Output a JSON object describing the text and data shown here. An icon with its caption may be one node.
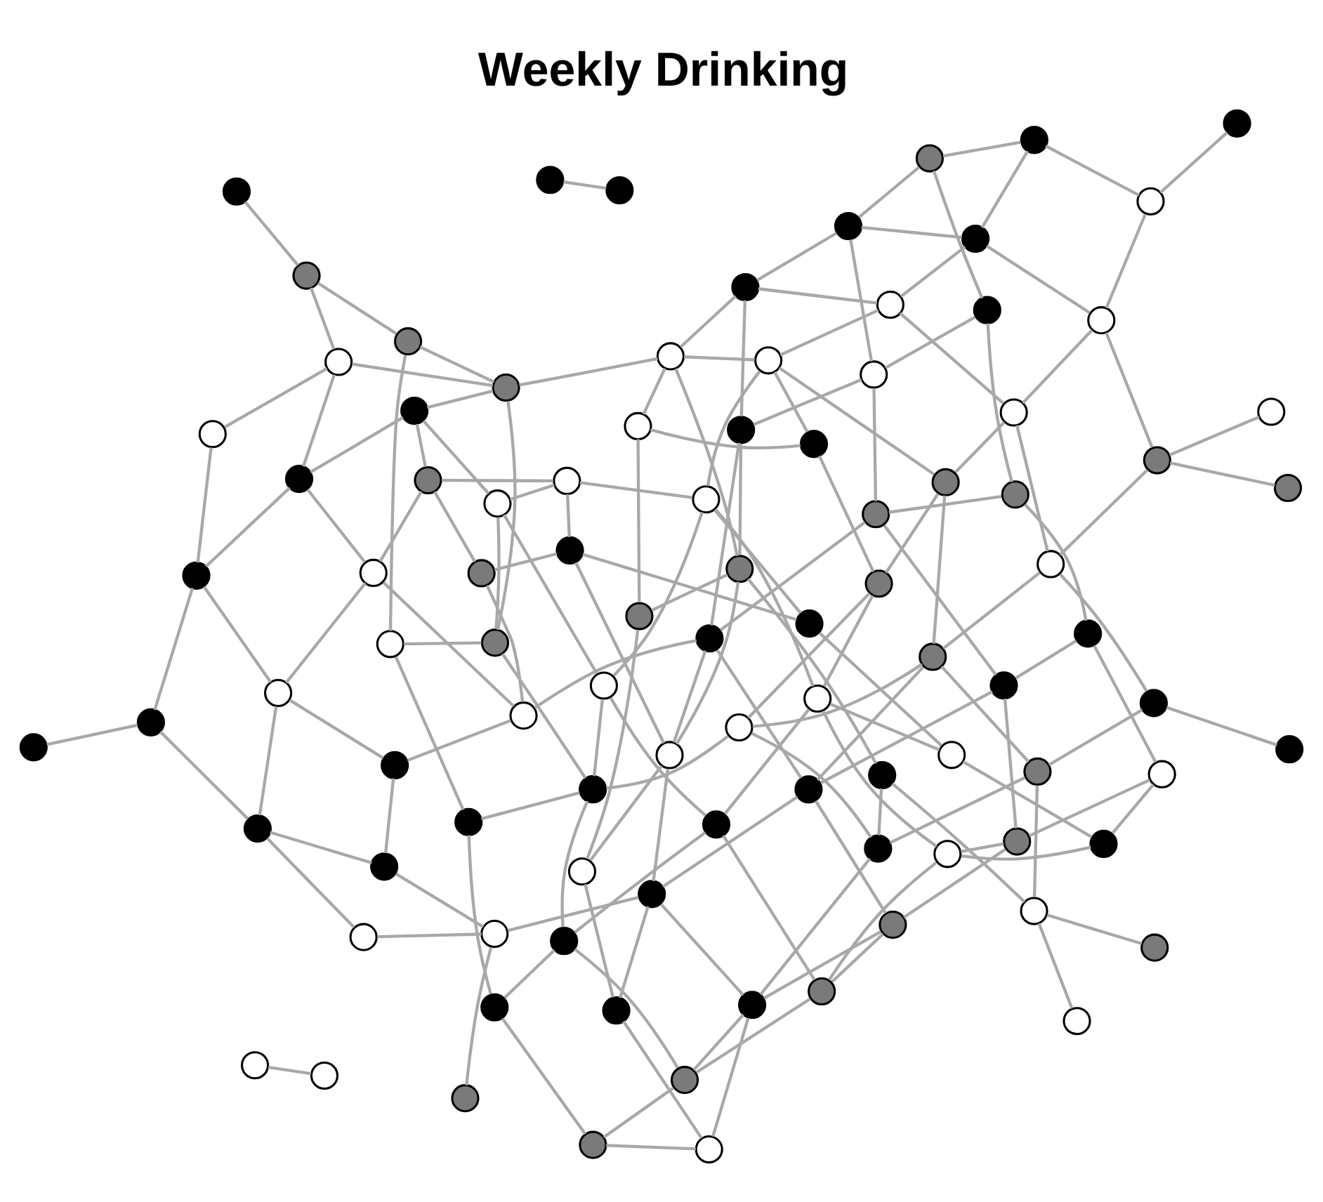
{
  "diagram": {
    "title": "Weekly Drinking",
    "nodes": [
      {
        "text": [],
        "shape": "circle"
      },
      {
        "text": [],
        "shape": "circle"
      },
      {
        "text": [],
        "shape": "circle"
      },
      {
        "text": [],
        "shape": "circle"
      },
      {
        "text": [],
        "shape": "circle"
      },
      {
        "text": [],
        "shape": "circle"
      },
      {
        "text": [],
        "shape": "circle"
      },
      {
        "text": [],
        "shape": "circle"
      },
      {
        "text": [],
        "shape": "circle"
      },
      {
        "text": [],
        "shape": "circle"
      },
      {
        "text": [],
        "shape": "circle"
      },
      {
        "text": [],
        "shape": "circle"
      },
      {
        "text": [],
        "shape": "circle"
      },
      {
        "text": [],
        "shape": "circle"
      },
      {
        "text": [],
        "shape": "circle"
      },
      {
        "text": [],
        "shape": "circle"
      },
      {
        "text": [],
        "shape": "circle"
      },
      {
        "text": [],
        "shape": "circle"
      },
      {
        "text": [],
        "shape": "circle"
      },
      {
        "text": [],
        "shape": "circle"
      },
      {
        "text": [],
        "shape": "circle"
      },
      {
        "text": [],
        "shape": "circle"
      },
      {
        "text": [],
        "shape": "circle"
      },
      {
        "text": [],
        "shape": "circle"
      },
      {
        "text": [],
        "shape": "circle"
      },
      {
        "text": [],
        "shape": "circle"
      },
      {
        "text": [],
        "shape": "circle"
      },
      {
        "text": [],
        "shape": "circle"
      },
      {
        "text": [],
        "shape": "circle"
      },
      {
        "text": [],
        "shape": "circle"
      },
      {
        "text": [],
        "shape": "circle"
      },
      {
        "text": [],
        "shape": "circle"
      },
      {
        "text": [],
        "shape": "circle"
      },
      {
        "text": [],
        "shape": "circle"
      },
      {
        "text": [],
        "shape": "circle"
      },
      {
        "text": [],
        "shape": "circle"
      },
      {
        "text": [],
        "shape": "circle"
      },
      {
        "text": [],
        "shape": "circle"
      },
      {
        "text": [],
        "shape": "circle"
      },
      {
        "text": [],
        "shape": "circle"
      },
      {
        "text": [],
        "shape": "circle"
      },
      {
        "text": [],
        "shape": "circle"
      },
      {
        "text": [],
        "shape": "circle"
      },
      {
        "text": [],
        "shape": "circle"
      },
      {
        "text": [],
        "shape": "circle"
      },
      {
        "text": [],
        "shape": "circle"
      },
      {
        "text": [],
        "shape": "circle"
      },
      {
        "text": [],
        "shape": "circle"
      },
      {
        "text": [],
        "shape": "circle"
      },
      {
        "text": [],
        "shape": "circle"
      },
      {
        "text": [],
        "shape": "circle"
      },
      {
        "text": [],
        "shape": "circle"
      },
      {
        "text": [],
        "shape": "circle"
      },
      {
        "text": [],
        "shape": "circle"
      },
      {
        "text": [],
        "shape": "circle"
      },
      {
        "text": [],
        "shape": "circle"
      },
      {
        "text": [],
        "shape": "circle"
      },
      {
        "text": [],
        "shape": "circle"
      },
      {
        "text": [],
        "shape": "circle"
      },
      {
        "text": [],
        "shape": "circle"
      },
      {
        "text": [],
        "shape": "circle"
      },
      {
        "text": [],
        "shape": "circle"
      },
      {
        "text": [],
        "shape": "circle"
      },
      {
        "text": [],
        "shape": "circle"
      },
      {
        "text": [],
        "shape": "circle"
      },
      {
        "text": [],
        "shape": "circle"
      },
      {
        "text": [],
        "shape": "circle"
      },
      {
        "text": [],
        "shape": "circle"
      },
      {
        "text": [],
        "shape": "circle"
      },
      {
        "text": [],
        "shape": "circle"
      },
      {
        "text": [],
        "shape": "circle"
      },
      {
        "text": [],
        "shape": "circle"
      },
      {
        "text": [],
        "shape": "circle"
      },
      {
        "text": [],
        "shape": "circle"
      },
      {
        "text": [],
        "shape": "circle"
      },
      {
        "text": [],
        "shape": "circle"
      },
      {
        "text": [],
        "shape": "circle"
      },
      {
        "text": [],
        "shape": "circle"
      },
      {
        "text": [],
        "shape": "circle"
      },
      {
        "text": [],
        "shape": "circle"
      },
      {
        "text": [],
        "shape": "circle"
      },
      {
        "text": [],
        "shape": "circle"
      },
      {
        "text": [],
        "shape": "circle"
      },
      {
        "text": [],
        "shape": "circle"
      },
      {
        "text": [],
        "shape": "circle"
      },
      {
        "text": [],
        "shape": "circle"
      },
      {
        "text": [],
        "shape": "circle"
      },
      {
        "text": [],
        "shape": "circle"
      },
      {
        "text": [],
        "shape": "circle"
      },
      {
        "text": [],
        "shape": "circle"
      },
      {
        "text": [],
        "shape": "circle"
      },
      {
        "text": [],
        "shape": "circle"
      },
      {
        "text": [],
        "shape": "circle"
      },
      {
        "text": [],
        "shape": "circle"
      },
      {
        "text": [],
        "shape": "circle"
      },
      {
        "text": [],
        "shape": "circle"
      }
    ],
    "edges": [
      {
        "from": 0,
        "to": 1,
        "arrow": "none"
      },
      {
        "from": 2,
        "to": 3,
        "arrow": "none"
      },
      {
        "from": 4,
        "to": 10,
        "arrow": "none"
      },
      {
        "from": 5,
        "to": 10,
        "arrow": "none"
      },
      {
        "from": 6,
        "to": 11,
        "arrow": "none"
      },
      {
        "from": 7,
        "to": 12,
        "arrow": "none"
      },
      {
        "from": 8,
        "to": 12,
        "arrow": "none"
      },
      {
        "from": 9,
        "to": 13,
        "arrow": "none"
      },
      {
        "from": 10,
        "to": 14,
        "arrow": "none"
      },
      {
        "from": 10,
        "to": 15,
        "arrow": "none"
      },
      {
        "from": 11,
        "to": 15,
        "arrow": "none"
      },
      {
        "from": 11,
        "to": 16,
        "arrow": "none"
      },
      {
        "from": 12,
        "to": 16,
        "arrow": "none"
      },
      {
        "from": 12,
        "to": 17,
        "arrow": "none"
      },
      {
        "from": 13,
        "to": 17,
        "arrow": "none"
      },
      {
        "from": 13,
        "to": 18,
        "arrow": "none"
      },
      {
        "from": 14,
        "to": 19,
        "arrow": "none"
      },
      {
        "from": 15,
        "to": 19,
        "arrow": "none"
      },
      {
        "from": 15,
        "to": 20,
        "arrow": "none"
      },
      {
        "from": 16,
        "to": 20,
        "arrow": "none"
      },
      {
        "from": 16,
        "to": 21,
        "arrow": "none"
      },
      {
        "from": 17,
        "to": 21,
        "arrow": "none"
      },
      {
        "from": 17,
        "to": 22,
        "arrow": "none"
      },
      {
        "from": 18,
        "to": 22,
        "arrow": "none"
      },
      {
        "from": 18,
        "to": 23,
        "arrow": "none"
      },
      {
        "from": 19,
        "to": 24,
        "arrow": "none"
      },
      {
        "from": 20,
        "to": 24,
        "arrow": "none"
      },
      {
        "from": 20,
        "to": 25,
        "arrow": "none"
      },
      {
        "from": 21,
        "to": 25,
        "arrow": "none"
      },
      {
        "from": 21,
        "to": 26,
        "arrow": "none"
      },
      {
        "from": 22,
        "to": 26,
        "arrow": "none"
      },
      {
        "from": 22,
        "to": 27,
        "arrow": "none"
      },
      {
        "from": 23,
        "to": 27,
        "arrow": "none"
      },
      {
        "from": 23,
        "to": 28,
        "arrow": "none"
      },
      {
        "from": 24,
        "to": 29,
        "arrow": "none"
      },
      {
        "from": 25,
        "to": 29,
        "arrow": "none"
      },
      {
        "from": 25,
        "to": 30,
        "arrow": "none"
      },
      {
        "from": 26,
        "to": 30,
        "arrow": "none"
      },
      {
        "from": 26,
        "to": 31,
        "arrow": "none"
      },
      {
        "from": 27,
        "to": 31,
        "arrow": "none"
      },
      {
        "from": 27,
        "to": 32,
        "arrow": "none"
      },
      {
        "from": 28,
        "to": 32,
        "arrow": "none"
      },
      {
        "from": 28,
        "to": 33,
        "arrow": "none"
      },
      {
        "from": 29,
        "to": 34,
        "arrow": "none"
      },
      {
        "from": 30,
        "to": 34,
        "arrow": "none"
      },
      {
        "from": 30,
        "to": 35,
        "arrow": "none"
      },
      {
        "from": 31,
        "to": 35,
        "arrow": "none"
      },
      {
        "from": 31,
        "to": 36,
        "arrow": "none"
      },
      {
        "from": 32,
        "to": 36,
        "arrow": "none"
      },
      {
        "from": 32,
        "to": 37,
        "arrow": "none"
      },
      {
        "from": 33,
        "to": 37,
        "arrow": "none"
      },
      {
        "from": 33,
        "to": 38,
        "arrow": "none"
      },
      {
        "from": 34,
        "to": 39,
        "arrow": "none"
      },
      {
        "from": 35,
        "to": 39,
        "arrow": "none"
      },
      {
        "from": 35,
        "to": 40,
        "arrow": "none"
      },
      {
        "from": 36,
        "to": 40,
        "arrow": "none"
      },
      {
        "from": 36,
        "to": 41,
        "arrow": "none"
      },
      {
        "from": 37,
        "to": 41,
        "arrow": "none"
      },
      {
        "from": 37,
        "to": 42,
        "arrow": "none"
      },
      {
        "from": 38,
        "to": 42,
        "arrow": "none"
      },
      {
        "from": 38,
        "to": 43,
        "arrow": "none"
      },
      {
        "from": 39,
        "to": 44,
        "arrow": "none"
      },
      {
        "from": 40,
        "to": 44,
        "arrow": "none"
      },
      {
        "from": 40,
        "to": 45,
        "arrow": "none"
      },
      {
        "from": 41,
        "to": 45,
        "arrow": "none"
      },
      {
        "from": 41,
        "to": 46,
        "arrow": "none"
      },
      {
        "from": 42,
        "to": 46,
        "arrow": "none"
      },
      {
        "from": 42,
        "to": 47,
        "arrow": "none"
      },
      {
        "from": 43,
        "to": 47,
        "arrow": "none"
      },
      {
        "from": 43,
        "to": 48,
        "arrow": "none"
      },
      {
        "from": 44,
        "to": 49,
        "arrow": "none"
      },
      {
        "from": 45,
        "to": 49,
        "arrow": "none"
      },
      {
        "from": 45,
        "to": 50,
        "arrow": "none"
      },
      {
        "from": 46,
        "to": 50,
        "arrow": "none"
      },
      {
        "from": 46,
        "to": 51,
        "arrow": "none"
      },
      {
        "from": 47,
        "to": 51,
        "arrow": "none"
      },
      {
        "from": 47,
        "to": 52,
        "arrow": "none"
      },
      {
        "from": 48,
        "to": 52,
        "arrow": "none"
      },
      {
        "from": 48,
        "to": 53,
        "arrow": "none"
      },
      {
        "from": 49,
        "to": 54,
        "arrow": "none"
      },
      {
        "from": 50,
        "to": 54,
        "arrow": "none"
      },
      {
        "from": 50,
        "to": 55,
        "arrow": "none"
      },
      {
        "from": 51,
        "to": 55,
        "arrow": "none"
      },
      {
        "from": 51,
        "to": 56,
        "arrow": "none"
      },
      {
        "from": 52,
        "to": 56,
        "arrow": "none"
      },
      {
        "from": 52,
        "to": 57,
        "arrow": "none"
      },
      {
        "from": 53,
        "to": 57,
        "arrow": "none"
      },
      {
        "from": 53,
        "to": 58,
        "arrow": "none"
      },
      {
        "from": 54,
        "to": 59,
        "arrow": "none"
      },
      {
        "from": 55,
        "to": 59,
        "arrow": "none"
      },
      {
        "from": 55,
        "to": 60,
        "arrow": "none"
      },
      {
        "from": 56,
        "to": 60,
        "arrow": "none"
      },
      {
        "from": 56,
        "to": 61,
        "arrow": "none"
      },
      {
        "from": 57,
        "to": 61,
        "arrow": "none"
      },
      {
        "from": 57,
        "to": 62,
        "arrow": "none"
      },
      {
        "from": 58,
        "to": 62,
        "arrow": "none"
      },
      {
        "from": 58,
        "to": 63,
        "arrow": "none"
      },
      {
        "from": 59,
        "to": 64,
        "arrow": "none"
      },
      {
        "from": 60,
        "to": 64,
        "arrow": "none"
      },
      {
        "from": 60,
        "to": 65,
        "arrow": "none"
      },
      {
        "from": 61,
        "to": 65,
        "arrow": "none"
      },
      {
        "from": 61,
        "to": 66,
        "arrow": "none"
      },
      {
        "from": 62,
        "to": 66,
        "arrow": "none"
      },
      {
        "from": 62,
        "to": 67,
        "arrow": "none"
      },
      {
        "from": 63,
        "to": 67,
        "arrow": "none"
      },
      {
        "from": 63,
        "to": 68,
        "arrow": "none"
      },
      {
        "from": 64,
        "to": 69,
        "arrow": "none"
      },
      {
        "from": 65,
        "to": 69,
        "arrow": "none"
      },
      {
        "from": 65,
        "to": 70,
        "arrow": "none"
      },
      {
        "from": 66,
        "to": 70,
        "arrow": "none"
      },
      {
        "from": 66,
        "to": 71,
        "arrow": "none"
      },
      {
        "from": 67,
        "to": 71,
        "arrow": "none"
      },
      {
        "from": 67,
        "to": 72,
        "arrow": "none"
      },
      {
        "from": 68,
        "to": 72,
        "arrow": "none"
      },
      {
        "from": 68,
        "to": 73,
        "arrow": "none"
      },
      {
        "from": 69,
        "to": 74,
        "arrow": "none"
      },
      {
        "from": 70,
        "to": 74,
        "arrow": "none"
      },
      {
        "from": 70,
        "to": 75,
        "arrow": "none"
      },
      {
        "from": 71,
        "to": 75,
        "arrow": "none"
      },
      {
        "from": 71,
        "to": 76,
        "arrow": "none"
      },
      {
        "from": 72,
        "to": 76,
        "arrow": "none"
      },
      {
        "from": 72,
        "to": 77,
        "arrow": "none"
      },
      {
        "from": 73,
        "to": 77,
        "arrow": "none"
      },
      {
        "from": 73,
        "to": 78,
        "arrow": "none"
      },
      {
        "from": 74,
        "to": 79,
        "arrow": "none"
      },
      {
        "from": 75,
        "to": 79,
        "arrow": "none"
      },
      {
        "from": 75,
        "to": 80,
        "arrow": "none"
      },
      {
        "from": 76,
        "to": 80,
        "arrow": "none"
      },
      {
        "from": 76,
        "to": 81,
        "arrow": "none"
      },
      {
        "from": 77,
        "to": 81,
        "arrow": "none"
      },
      {
        "from": 77,
        "to": 82,
        "arrow": "none"
      },
      {
        "from": 78,
        "to": 82,
        "arrow": "none"
      },
      {
        "from": 78,
        "to": 83,
        "arrow": "none"
      },
      {
        "from": 79,
        "to": 84,
        "arrow": "none"
      },
      {
        "from": 80,
        "to": 84,
        "arrow": "none"
      },
      {
        "from": 80,
        "to": 85,
        "arrow": "none"
      },
      {
        "from": 81,
        "to": 85,
        "arrow": "none"
      },
      {
        "from": 81,
        "to": 86,
        "arrow": "none"
      },
      {
        "from": 82,
        "to": 86,
        "arrow": "none"
      },
      {
        "from": 82,
        "to": 87,
        "arrow": "none"
      },
      {
        "from": 83,
        "to": 87,
        "arrow": "none"
      },
      {
        "from": 83,
        "to": 88,
        "arrow": "none"
      },
      {
        "from": 84,
        "to": 89,
        "arrow": "none"
      },
      {
        "from": 85,
        "to": 89,
        "arrow": "none"
      },
      {
        "from": 85,
        "to": 90,
        "arrow": "none"
      },
      {
        "from": 86,
        "to": 90,
        "arrow": "none"
      },
      {
        "from": 86,
        "to": 91,
        "arrow": "none"
      },
      {
        "from": 87,
        "to": 91,
        "arrow": "none"
      },
      {
        "from": 87,
        "to": 92,
        "arrow": "none"
      },
      {
        "from": 88,
        "to": 92,
        "arrow": "none"
      },
      {
        "from": 88,
        "to": 93,
        "arrow": "none"
      },
      {
        "from": 14,
        "to": 40,
        "arrow": "none"
      },
      {
        "from": 19,
        "to": 55,
        "arrow": "none"
      },
      {
        "from": 24,
        "to": 70,
        "arrow": "none"
      },
      {
        "from": 30,
        "to": 62,
        "arrow": "none"
      },
      {
        "from": 35,
        "to": 80,
        "arrow": "none"
      },
      {
        "from": 41,
        "to": 73,
        "arrow": "none"
      },
      {
        "from": 46,
        "to": 20,
        "arrow": "none"
      },
      {
        "from": 50,
        "to": 88,
        "arrow": "none"
      },
      {
        "from": 57,
        "to": 29,
        "arrow": "none"
      },
      {
        "from": 63,
        "to": 45,
        "arrow": "none"
      },
      {
        "from": 89,
        "to": 94,
        "arrow": "none"
      },
      {
        "from": 91,
        "to": 95,
        "arrow": "none"
      }
    ]
  }
}
